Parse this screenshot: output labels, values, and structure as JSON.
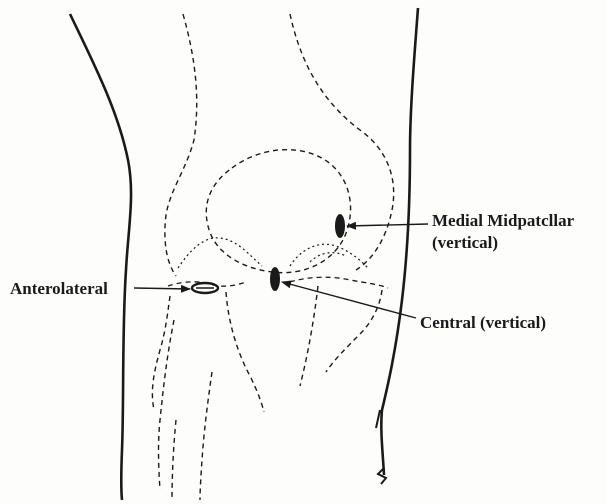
{
  "labels": {
    "medial_midpatellar_line1": "Medial Midpatcllar",
    "medial_midpatellar_line2": "(vertical)",
    "anterolateral": "Anterolateral",
    "central": "Central (vertical)"
  },
  "colors": {
    "ink": "#1a1a1a",
    "background": "#fdfdfb"
  }
}
